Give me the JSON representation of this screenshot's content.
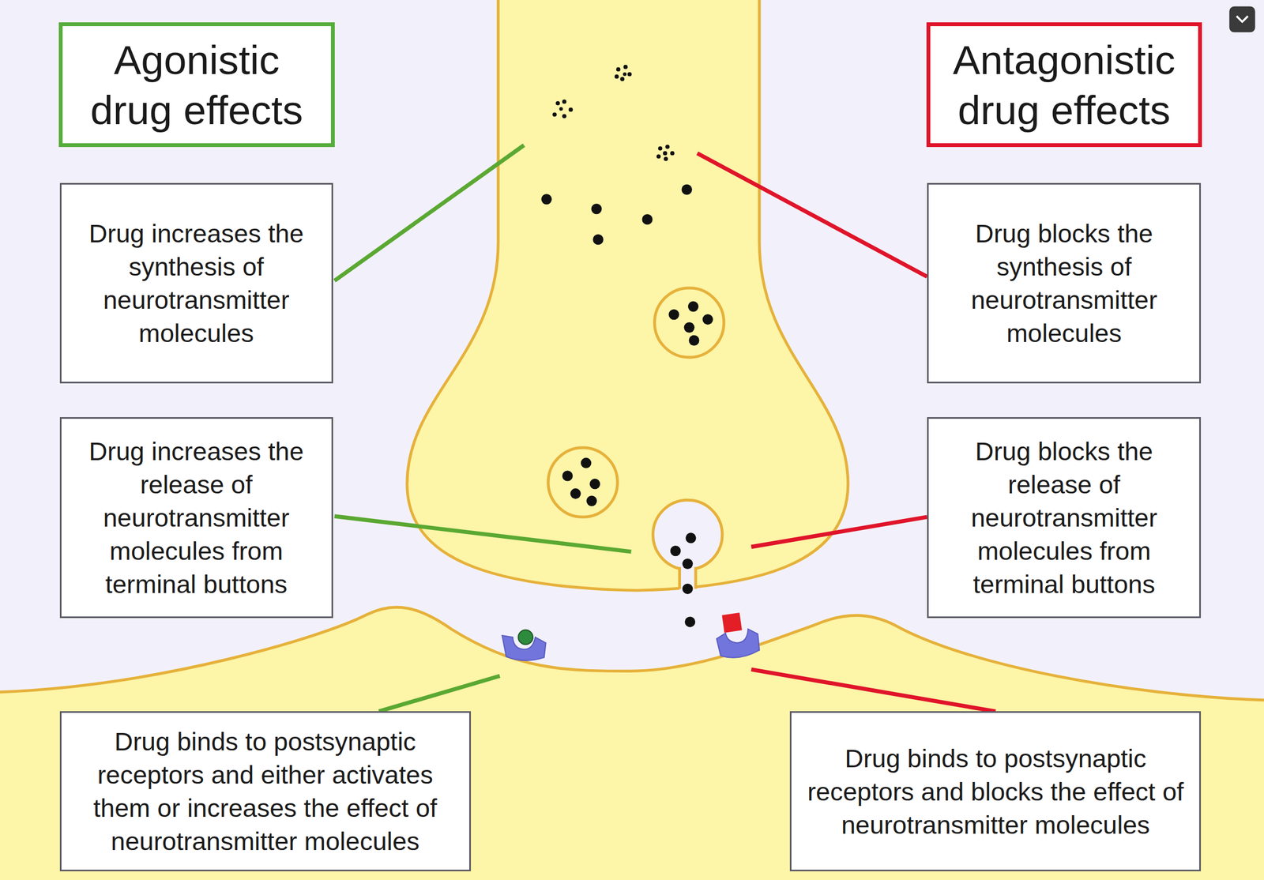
{
  "diagram": {
    "nodes": [
      {
        "text": [
          "Agonistic drug effects"
        ]
      },
      {
        "text": [
          "Antagonistic drug effects"
        ]
      },
      {
        "text": [
          "Drug increases the synthesis of neurotransmitter molecules"
        ]
      },
      {
        "text": [
          "Drug blocks the synthesis of neurotransmitter molecules"
        ]
      },
      {
        "text": [
          "Drug increases the release of neurotransmitter molecules from terminal buttons"
        ]
      },
      {
        "text": [
          "Drug blocks the release of neurotransmitter molecules from terminal buttons"
        ]
      },
      {
        "text": [
          "Drug binds to postsynaptic receptors and either activates them or increases the effect of neurotransmitter molecules"
        ]
      },
      {
        "text": [
          "Drug binds to postsynaptic receptors and blocks the effect of neurotransmitter molecules"
        ]
      }
    ]
  }
}
